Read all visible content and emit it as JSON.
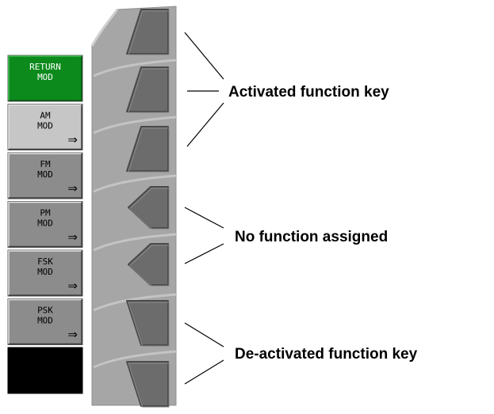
{
  "softkeys": [
    {
      "line1": "RETURN",
      "line2": "MOD",
      "arrow": "",
      "state": "active",
      "bg": "#0c8a1c",
      "fg": "#ffffff"
    },
    {
      "line1": "AM",
      "line2": "MOD",
      "arrow": "⇒",
      "state": "selected",
      "bg": "#c6c6c6",
      "fg": "#000000"
    },
    {
      "line1": "FM",
      "line2": "MOD",
      "arrow": "⇒",
      "state": "normal",
      "bg": "#8c8c8c",
      "fg": "#000000"
    },
    {
      "line1": "PM",
      "line2": "MOD",
      "arrow": "⇒",
      "state": "normal",
      "bg": "#8c8c8c",
      "fg": "#000000"
    },
    {
      "line1": "FSK",
      "line2": "MOD",
      "arrow": "⇒",
      "state": "normal",
      "bg": "#8c8c8c",
      "fg": "#000000"
    },
    {
      "line1": "PSK",
      "line2": "MOD",
      "arrow": "⇒",
      "state": "normal",
      "bg": "#8c8c8c",
      "fg": "#000000"
    },
    {
      "line1": "",
      "line2": "",
      "arrow": "",
      "state": "blank",
      "bg": "#000000",
      "fg": "#000000"
    }
  ],
  "hardkeys": [
    {
      "shape": "pressed-up",
      "icon": "trapezoid-up-icon"
    },
    {
      "shape": "pressed-up",
      "icon": "trapezoid-up-icon"
    },
    {
      "shape": "pressed-up",
      "icon": "trapezoid-up-icon"
    },
    {
      "shape": "left-point",
      "icon": "pentagon-left-icon"
    },
    {
      "shape": "left-point",
      "icon": "pentagon-left-icon"
    },
    {
      "shape": "pressed-down",
      "icon": "trapezoid-down-icon"
    },
    {
      "shape": "pressed-down",
      "icon": "trapezoid-down-icon"
    }
  ],
  "annotations": {
    "activated": "Activated function key",
    "no_function": "No function assigned",
    "deactivated": "De-activated function key"
  },
  "colors": {
    "panel": "#a6a6a6",
    "panel_edge": "#c4c4c4",
    "key_fill": "#6c6c6c",
    "key_edge": "#4a4a4a",
    "key_highlight": "#8a8a8a"
  }
}
